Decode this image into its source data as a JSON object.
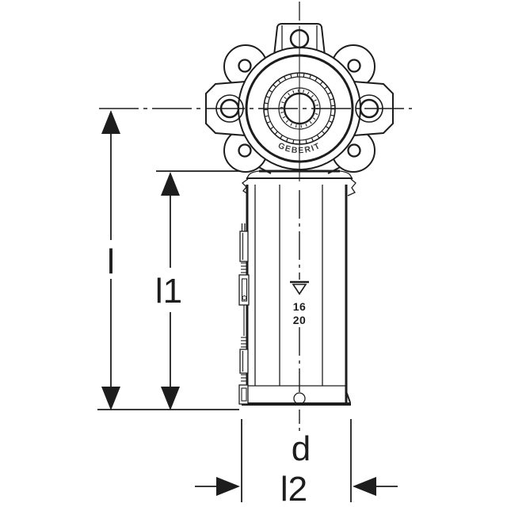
{
  "page": {
    "background": "#ffffff"
  },
  "drawing": {
    "brand_mark": "GEBERIT",
    "depth_marks": [
      "16",
      "20"
    ],
    "dimension_labels": {
      "overall_length": "l",
      "body_length": "l1",
      "pipe_diameter": "d",
      "insertion_depth": "l2"
    },
    "line_color": "#1d1d1d"
  }
}
